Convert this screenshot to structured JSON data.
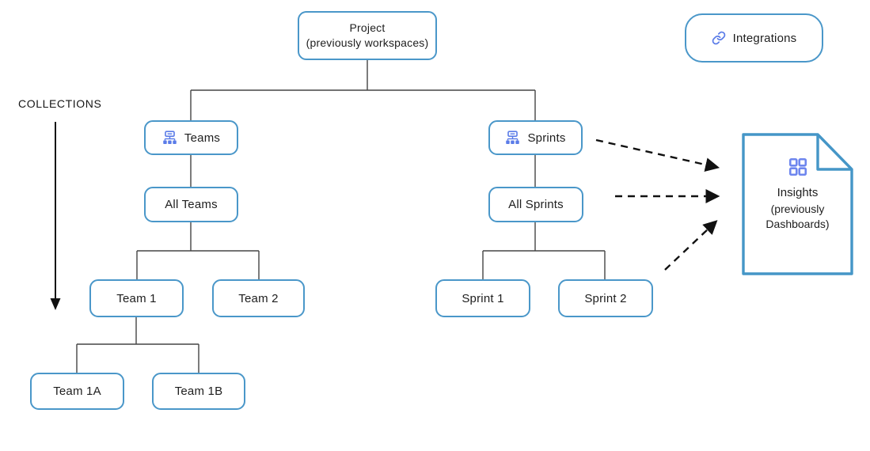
{
  "collections": {
    "label": "COLLECTIONS"
  },
  "nodes": {
    "project": {
      "title": "Project",
      "subtitle": "(previously workspaces)"
    },
    "integrations": {
      "label": "Integrations",
      "icon": "link-icon"
    },
    "teams": {
      "label": "Teams",
      "icon": "org-chart-icon"
    },
    "sprints": {
      "label": "Sprints",
      "icon": "org-chart-icon"
    },
    "all_teams": {
      "label": "All Teams"
    },
    "all_sprints": {
      "label": "All Sprints"
    },
    "team1": {
      "label": "Team 1"
    },
    "team2": {
      "label": "Team 2"
    },
    "sprint1": {
      "label": "Sprint 1"
    },
    "sprint2": {
      "label": "Sprint 2"
    },
    "team1a": {
      "label": "Team 1A"
    },
    "team1b": {
      "label": "Team 1B"
    },
    "insights": {
      "title": "Insights",
      "subtitle": "(previously Dashboards)",
      "icon": "grid-icon"
    }
  },
  "hierarchy": [
    [
      "Project",
      "Teams"
    ],
    [
      "Project",
      "Sprints"
    ],
    [
      "Teams",
      "All Teams"
    ],
    [
      "All Teams",
      "Team 1"
    ],
    [
      "All Teams",
      "Team 2"
    ],
    [
      "Team 1",
      "Team 1A"
    ],
    [
      "Team 1",
      "Team 1B"
    ],
    [
      "Sprints",
      "All Sprints"
    ],
    [
      "All Sprints",
      "Sprint 1"
    ],
    [
      "All Sprints",
      "Sprint 2"
    ]
  ],
  "dashed_arrows": [
    [
      "Sprints",
      "Insights"
    ],
    [
      "All Sprints",
      "Insights"
    ],
    [
      "Sprint 2",
      "Insights"
    ]
  ],
  "colors": {
    "box_border": "#4A97C9",
    "document_border": "#4596C7",
    "icon_blue": "#5B7CE8",
    "grid_icon_blue": "#6E86EE",
    "connector": "#454545",
    "arrow": "#111111",
    "text": "#1e1e1e"
  }
}
